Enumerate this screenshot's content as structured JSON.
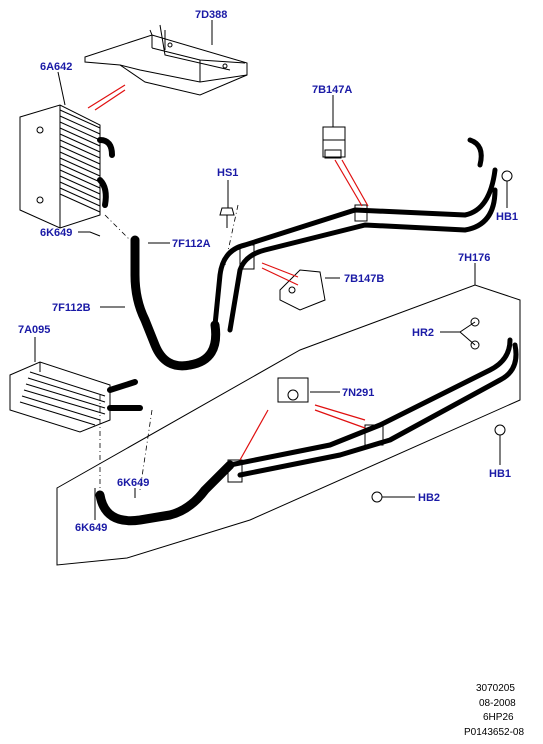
{
  "callouts": [
    {
      "id": "7d388",
      "text": "7D388"
    },
    {
      "id": "6a642",
      "text": "6A642"
    },
    {
      "id": "7b147a",
      "text": "7B147A"
    },
    {
      "id": "hs1",
      "text": "HS1"
    },
    {
      "id": "hb1-top",
      "text": "HB1"
    },
    {
      "id": "6k649-top",
      "text": "6K649"
    },
    {
      "id": "7f112a",
      "text": "7F112A"
    },
    {
      "id": "7h176",
      "text": "7H176"
    },
    {
      "id": "7b147b",
      "text": "7B147B"
    },
    {
      "id": "7f112b",
      "text": "7F112B"
    },
    {
      "id": "hr2",
      "text": "HR2"
    },
    {
      "id": "7a095",
      "text": "7A095"
    },
    {
      "id": "7n291",
      "text": "7N291"
    },
    {
      "id": "hb1-bottom",
      "text": "HB1"
    },
    {
      "id": "6k649-mid",
      "text": "6K649"
    },
    {
      "id": "hb2",
      "text": "HB2"
    },
    {
      "id": "6k649-bottom",
      "text": "6K649"
    }
  ],
  "footer": {
    "code": "3070205",
    "date": "08-2008",
    "transmission": "6HP26",
    "reference": "P0143652-08"
  },
  "colors": {
    "callout_text": "#1a1aa6",
    "highlight_lines": "#e01010",
    "line_art": "#000000"
  }
}
